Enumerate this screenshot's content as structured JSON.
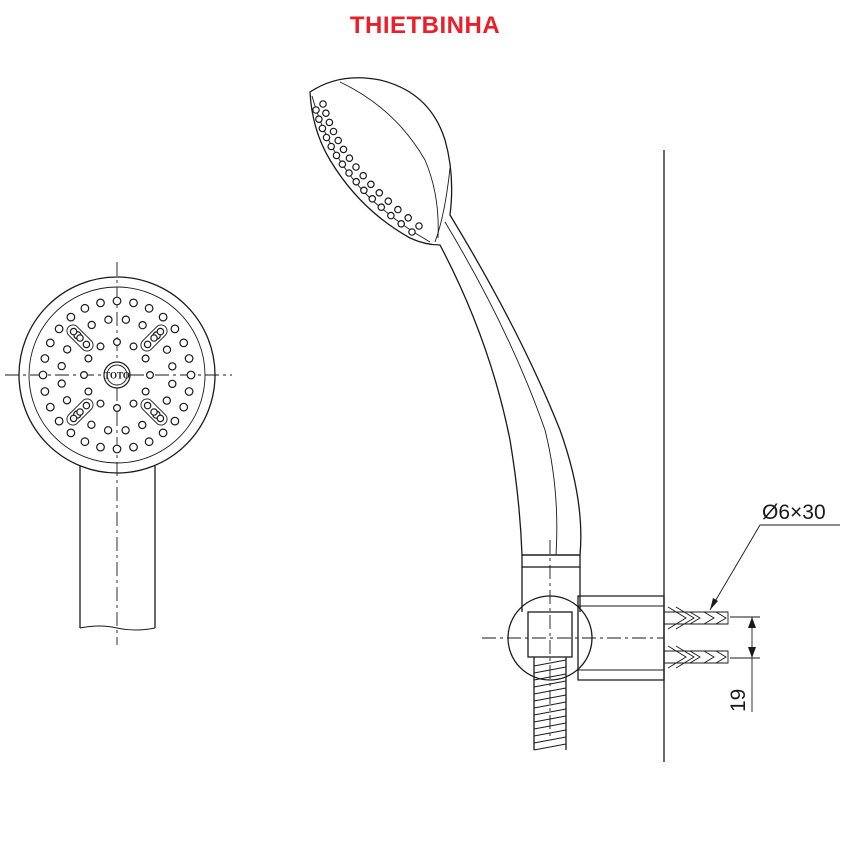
{
  "watermark": {
    "text": "THIETBINHA",
    "color": "#e8202a"
  },
  "front_view": {
    "logo_text": "TOTO"
  },
  "dimensions": {
    "anchor_callout": "Ø6×30",
    "anchor_spacing": "19"
  }
}
